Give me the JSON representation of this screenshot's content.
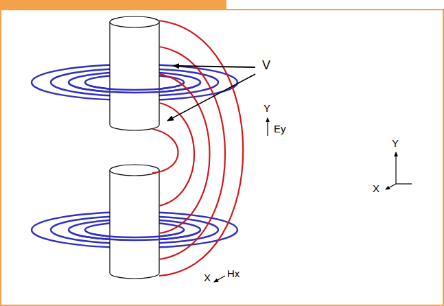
{
  "diagram": {
    "labels": [
      "V",
      "Y",
      "Ey",
      "X",
      "Hx",
      "Y",
      "X"
    ]
  }
}
